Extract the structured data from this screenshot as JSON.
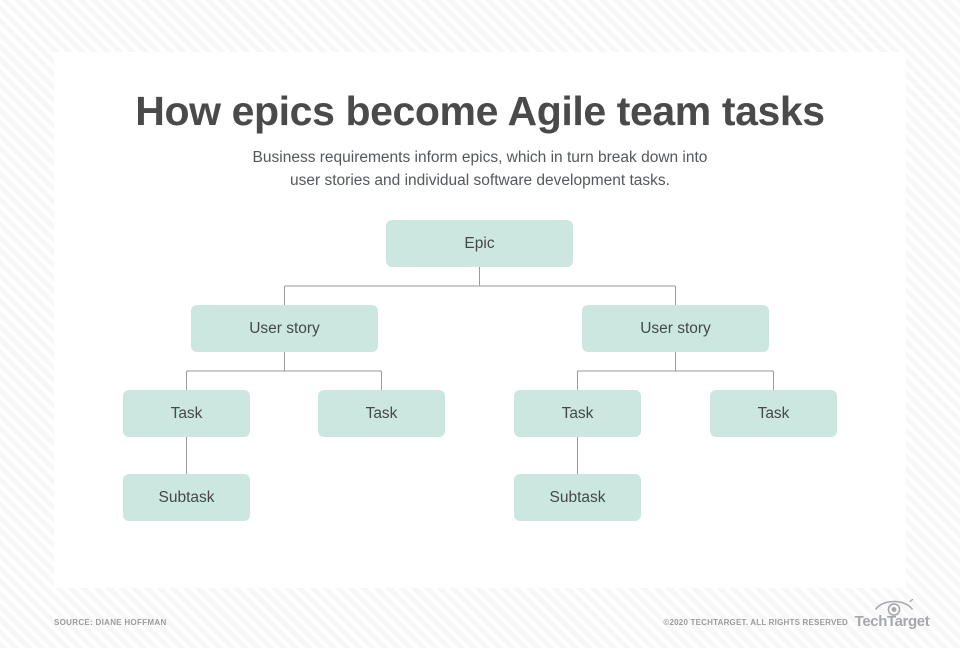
{
  "title": "How epics become Agile team tasks",
  "subtitle_line1": "Business requirements inform epics, which in turn break down into",
  "subtitle_line2": "user stories and individual software development tasks.",
  "colors": {
    "node_fill": "#cce7df",
    "node_text": "#44484a",
    "connector": "#9a9a9a",
    "title_text": "#4a4a4a",
    "footer_text": "#9b9b9b",
    "card_bg": "#ffffff",
    "page_bg": "#f7f7f7"
  },
  "chart_data": {
    "type": "diagram",
    "title": "How epics become Agile team tasks",
    "subtitle": "Business requirements inform epics, which in turn break down into user stories and individual software development tasks.",
    "layout": "top-down hierarchy tree",
    "levels": [
      "Epic",
      "User story",
      "Task",
      "Subtask"
    ],
    "nodes": [
      {
        "id": "epic",
        "label": "Epic",
        "level": 0,
        "parent": null
      },
      {
        "id": "story-l",
        "label": "User story",
        "level": 1,
        "parent": "epic"
      },
      {
        "id": "story-r",
        "label": "User story",
        "level": 1,
        "parent": "epic"
      },
      {
        "id": "task-1",
        "label": "Task",
        "level": 2,
        "parent": "story-l"
      },
      {
        "id": "task-2",
        "label": "Task",
        "level": 2,
        "parent": "story-l"
      },
      {
        "id": "task-3",
        "label": "Task",
        "level": 2,
        "parent": "story-r"
      },
      {
        "id": "task-4",
        "label": "Task",
        "level": 2,
        "parent": "story-r"
      },
      {
        "id": "subtask-1",
        "label": "Subtask",
        "level": 3,
        "parent": "task-1"
      },
      {
        "id": "subtask-2",
        "label": "Subtask",
        "level": 3,
        "parent": "task-3"
      }
    ],
    "edges": [
      {
        "from": "epic",
        "to": "story-l"
      },
      {
        "from": "epic",
        "to": "story-r"
      },
      {
        "from": "story-l",
        "to": "task-1"
      },
      {
        "from": "story-l",
        "to": "task-2"
      },
      {
        "from": "story-r",
        "to": "task-3"
      },
      {
        "from": "story-r",
        "to": "task-4"
      },
      {
        "from": "task-1",
        "to": "subtask-1"
      },
      {
        "from": "task-3",
        "to": "subtask-2"
      }
    ]
  },
  "nodes": {
    "epic": "Epic",
    "story_left": "User story",
    "story_right": "User story",
    "task_1": "Task",
    "task_2": "Task",
    "task_3": "Task",
    "task_4": "Task",
    "subtask_1": "Subtask",
    "subtask_2": "Subtask"
  },
  "footer": {
    "source": "SOURCE: DIANE HOFFMAN",
    "copyright": "©2020 TECHTARGET. ALL RIGHTS RESERVED",
    "logo_word": "TechTarget",
    "logo_icon": "eye-icon"
  }
}
